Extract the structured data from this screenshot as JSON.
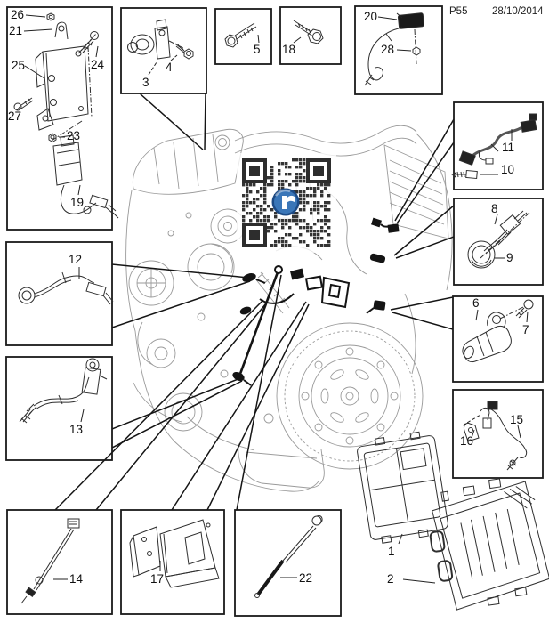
{
  "header": {
    "page_code": "P55",
    "date": "28/10/2014"
  },
  "colors": {
    "logo_blue": "#3a76b8",
    "logo_ring": "#1c4a85",
    "line_black": "#141414"
  },
  "callouts": {
    "n1": "1",
    "n2": "2",
    "n3": "3",
    "n4": "4",
    "n5": "5",
    "n6": "6",
    "n7": "7",
    "n8": "8",
    "n9": "9",
    "n10": "10",
    "n11": "11",
    "n12": "12",
    "n13": "13",
    "n14": "14",
    "n15": "15",
    "n16": "16",
    "n17": "17",
    "n18": "18",
    "n19": "19",
    "n20": "20",
    "n21": "21",
    "n22": "22",
    "n23": "23",
    "n24": "24",
    "n25": "25",
    "n26": "26",
    "n27": "27",
    "n28": "28"
  }
}
